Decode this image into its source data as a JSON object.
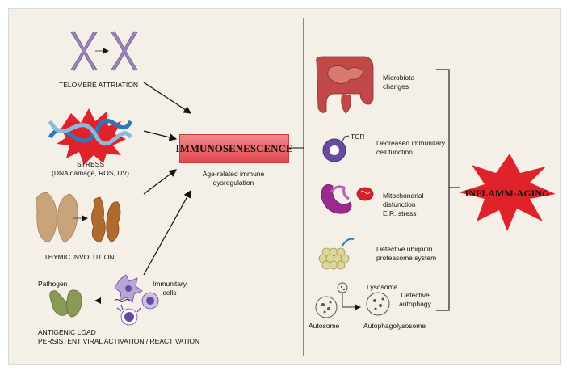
{
  "left_causes": {
    "telomere": "TELOMERE ATTRIATION",
    "stress_title": "STRESS",
    "stress_detail": "(DNA damage, ROS, UV)",
    "thymic": "THYMIC INVOLUTION",
    "pathogen": "Pathogen",
    "immunitary_cells_1": "Immunitary",
    "immunitary_cells_2": "cells",
    "antigenic_1": "ANTIGENIC LOAD",
    "antigenic_2": "PERSISTENT VIRAL ACTIVATION / REACTIVATION"
  },
  "center": {
    "title": "IMMUNOSENESCENCE",
    "subtitle_1": "Age-related immune",
    "subtitle_2": "dysregulation"
  },
  "right_effects": {
    "microbiota_1": "Microbiota",
    "microbiota_2": "changes",
    "tcr": "TCR",
    "immune_1": "Decreased immunitary",
    "immune_2": "cell function",
    "mito_1": "Mitochondrial",
    "mito_2": "disfunction",
    "mito_3": "E.R. stress",
    "ubiq_1": "Defective ubiquitin",
    "ubiq_2": "proteasome system",
    "lysosome": "Lysosome",
    "autosome": "Autosome",
    "autophago": "Autophagolysosome",
    "autophagy_1": "Defective",
    "autophagy_2": "autophagy"
  },
  "outcome": "INFLAMM-AGING",
  "colors": {
    "chromosome": "#9a86bb",
    "dna_blue": "#2d78b8",
    "starburst": "#e0232a",
    "thymus_old": "#c9a37a",
    "thymus_new": "#b06a2e",
    "pathogen": "#8a9a56",
    "cell_purple": "#6a4aa0",
    "mito_purple": "#9a2a8e",
    "intestine": "#c04848",
    "proteasome": "#ddd79a"
  }
}
